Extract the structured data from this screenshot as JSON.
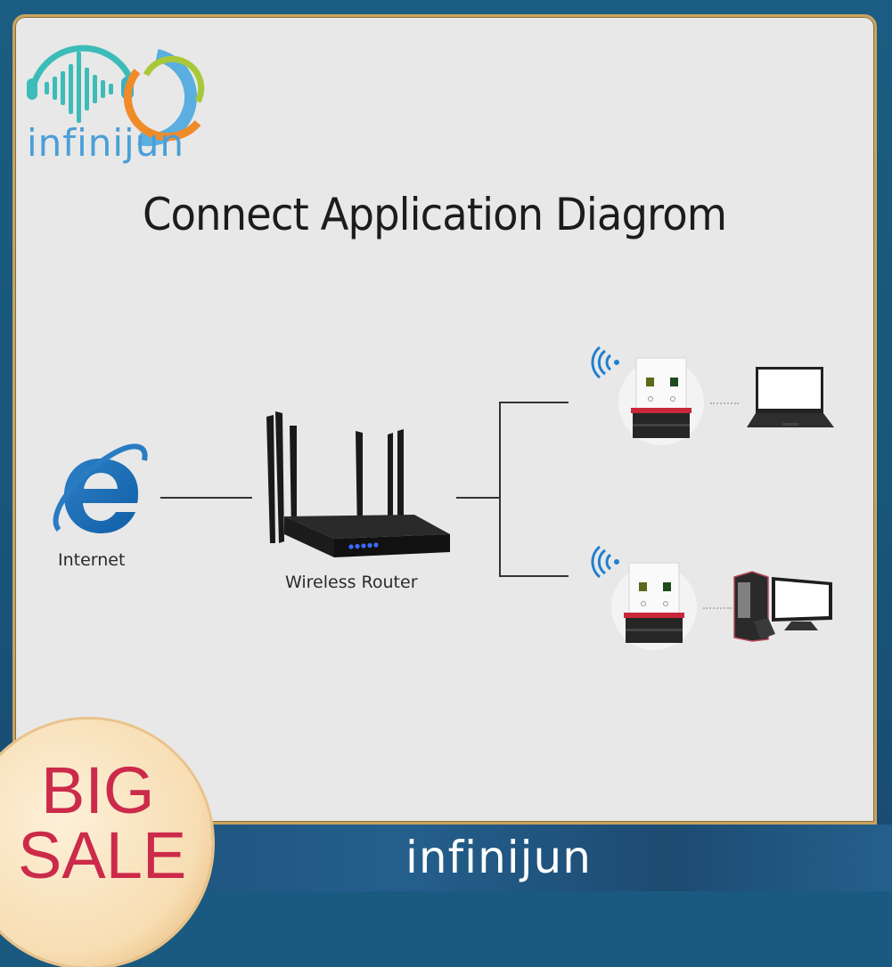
{
  "brand": {
    "name": "infinijun",
    "colors": {
      "frame": "#1b5d82",
      "gold_border": "#c9a45f",
      "panel": "#e8e8e8",
      "logo_blue": "#4a9fd8",
      "sale_red": "#cc2a4a"
    }
  },
  "diagram": {
    "title": "Connect Application Diagrom",
    "nodes": {
      "internet": {
        "label": "Internet",
        "icon": "internet-explorer-icon"
      },
      "router": {
        "label": "Wireless Router",
        "icon": "wireless-router-icon"
      },
      "adapter_top": {
        "icon": "usb-wifi-adapter-icon"
      },
      "adapter_bottom": {
        "icon": "usb-wifi-adapter-icon"
      },
      "laptop": {
        "icon": "laptop-icon"
      },
      "desktop": {
        "icon": "desktop-computer-icon"
      }
    }
  },
  "badge": {
    "line1": "BIG",
    "line2": "SALE"
  },
  "footer": {
    "text": "infinijun"
  }
}
